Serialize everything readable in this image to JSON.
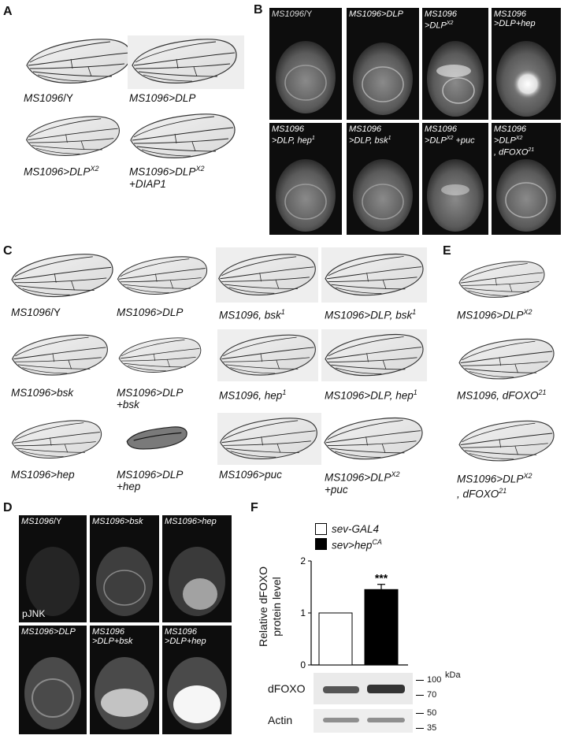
{
  "panels": {
    "A": {
      "label": "A",
      "wings": [
        {
          "genotype": "MS1096",
          "suffix": "/Y"
        },
        {
          "genotype": "MS1096>DLP"
        },
        {
          "genotype": "MS1096>DLP",
          "sup": "X2"
        },
        {
          "genotype": "MS1096>DLP",
          "sup": "X2",
          "line2": "+DIAP1"
        }
      ]
    },
    "B": {
      "label": "B",
      "discs": [
        {
          "line1": "MS1096",
          "line1b": "/Y"
        },
        {
          "line1": "MS1096>DLP"
        },
        {
          "line1": "MS1096",
          "line2": ">DLP",
          "sup": "X2"
        },
        {
          "line1": "MS1096",
          "line2": ">DLP+hep"
        },
        {
          "line1": "MS1096",
          "line2": ">DLP, hep",
          "sup": "1"
        },
        {
          "line1": "MS1096",
          "line2": ">DLP, bsk",
          "sup": "1"
        },
        {
          "line1": "MS1096",
          "line2": ">DLP",
          "sup": "X2",
          "line2b": " +puc"
        },
        {
          "line1": "MS1096",
          "line2": ">DLP",
          "sup": "X2",
          "line3": ", dFOXO",
          "sup3": "21"
        }
      ]
    },
    "C": {
      "label": "C",
      "wings": [
        {
          "text": "MS1096",
          "suffix": "/Y"
        },
        {
          "text": "MS1096>DLP"
        },
        {
          "text": "MS1096, bsk",
          "sup": "1"
        },
        {
          "text": "MS1096>DLP, bsk",
          "sup": "1"
        },
        {
          "text": "MS1096>bsk"
        },
        {
          "text": "MS1096>DLP",
          "line2": "+bsk"
        },
        {
          "text": "MS1096, hep",
          "sup": "1"
        },
        {
          "text": "MS1096>DLP, hep",
          "sup": "1"
        },
        {
          "text": "MS1096>hep"
        },
        {
          "text": "MS1096>DLP",
          "line2": "+hep"
        },
        {
          "text": "MS1096>puc"
        },
        {
          "text": "MS1096>DLP",
          "sup": "X2",
          "line2": "+puc"
        }
      ]
    },
    "D": {
      "label": "D",
      "stain": "pJNK",
      "discs": [
        {
          "line1": "MS1096",
          "line1b": "/Y"
        },
        {
          "line1": "MS1096>bsk"
        },
        {
          "line1": "MS1096>hep"
        },
        {
          "line1": "MS1096>DLP"
        },
        {
          "line1": "MS1096",
          "line2": ">DLP+bsk"
        },
        {
          "line1": "MS1096",
          "line2": ">DLP+hep"
        }
      ]
    },
    "E": {
      "label": "E",
      "wings": [
        {
          "text": "MS1096>DLP",
          "sup": "X2"
        },
        {
          "text": "MS1096, dFOXO",
          "sup": "21"
        },
        {
          "text": "MS1096>DLP",
          "sup": "X2",
          "line2": ", dFOXO",
          "sup2": "21"
        }
      ]
    },
    "F": {
      "label": "F",
      "legend": [
        {
          "text": "sev-GAL4",
          "fill": "#ffffff"
        },
        {
          "text": "sev>hep",
          "sup": "CA",
          "fill": "#000000"
        }
      ],
      "ylabel_line1": "Relative dFOXO",
      "ylabel_line2": "protein level",
      "significance": "***",
      "kda_label": "kDa",
      "blots": [
        {
          "name": "dFOXO",
          "markers": [
            "100",
            "70"
          ]
        },
        {
          "name": "Actin",
          "markers": [
            "50",
            "35"
          ]
        }
      ]
    }
  },
  "chart_data": {
    "type": "bar",
    "categories": [
      "sev-GAL4",
      "sev>hepCA"
    ],
    "values": [
      1.0,
      1.45
    ],
    "errors": [
      0,
      0.1
    ],
    "ylim": [
      0,
      2
    ],
    "yticks": [
      0,
      1,
      2
    ],
    "ylabel": "Relative dFOXO protein level",
    "colors": [
      "#ffffff",
      "#000000"
    ]
  }
}
